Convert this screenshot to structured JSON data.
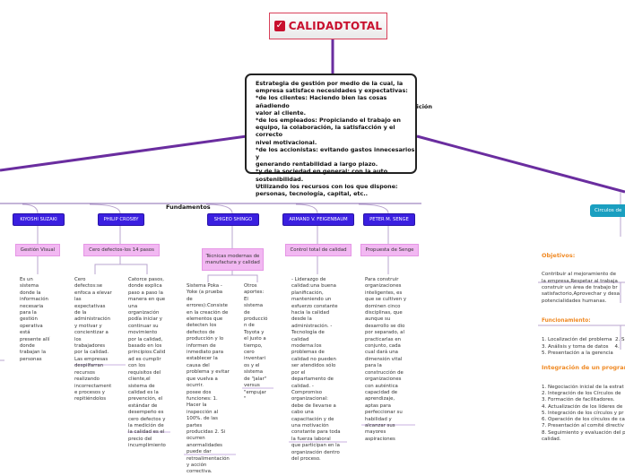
{
  "title": {
    "text": "CALIDADTOTAL",
    "icon": "check-box-icon",
    "color": "#c8102e"
  },
  "central": {
    "text": "Estrategia de gestión por medio de la cual, la\nempresa satisface necesidades y expectativas:\n*de los clientes: Haciendo bien las cosas añadiendo\nvalor al cliente.\n*de los empleados: Propiciando el trabajo en\nequipo, la colaboración, la satisfacción y el correcto\nnivel motivacional.\n*de los accionistas: evitando gastos innecesarios  y\ngenerando rentabilidad a largo plazo.\n*y de la sociedad en general: con la auto\nsostenibilidad.\nUtilizando los recursos con los que dispone:\npersonas, tecnología, capital, etc..",
    "partial_label": "nición"
  },
  "fundamentos": {
    "label": "Fundamentos",
    "authors": [
      {
        "name": "KIYOSHI SUZAKI",
        "topic": "Gestión Visual",
        "texts": [
          "Es un\nsistema\ndonde la\ninformación\nnecesaria\npara la\ngestión\noperativa\nestá\npresente allí\ndonde\ntrabajan la\npersonas"
        ]
      },
      {
        "name": "PHILIP CROSBY",
        "topic": "Cero defectos-los 14 pasos",
        "texts": [
          "Cero\ndefectos:se\nenfoca a elevar\nlas\nexpectativas\nde la\nadministración\ny motivar y\nconcientizar a\nlos\ntrabajadores\npor la calidad.\nLas empresas\ndespilfarran\nrecursos\nrealizando\nincorrectament\ne procesos y\nrepitiéndolos",
          "Catorce pasos,\ndonde explica\npaso a paso la\nmanera en que\nuna\norganización\npodía iniciar y\ncontinuar su\nmovimiento\npor la calidad,\nbasado en los\nprincipios:Calid\nad es cumplir\ncon los\nrequisitos del\ncliente,el\nsistema de\ncalidad es la\nprevención, el\nestándar de\ndesempeño es\ncero defectos y\nla medición de\nla calidad es el\nprecio del\nincumplimiento"
        ]
      },
      {
        "name": "SHIGEO SHINGO",
        "topic": "Técnicas modernas de manufactura y calidad",
        "texts": [
          "Sistema Poka -\nYoke (a prueba\nde\nerrores):Consiste\nen la creación de\nelementos que\ndetecten los\ndefectos de\nproducción y lo\ninformen de\ninmediato para\nestablecer la\ncausa del\nproblema y evitar\nque vuelva a\nocurrir.\nposee dos\nfunciones: 1.\nHacer la\ninspección al\n100%. de las\npartes\nproducidas 2. Si\nocurren\nanormalidades\npuede dar\nretroalimentación\ny acción\ncorrectiva.",
          "Otros\naportes:\nEl\nsistema\nde\nproducció\nn de\nToyota y\nel justo a\ntiempo,\ncero\ninventari\nos y el\nsistema\nde \"jalar\"\nversus\n\"empujar\n\""
        ]
      },
      {
        "name": "ARMAND V. FEIGENBAUM",
        "topic": "Control total de calidad",
        "texts": [
          "- Liderazgo de\ncalidad:una buena\nplanificación,\nmanteniendo un\nesfuerzo constante\nhacia la calidad\ndesde la\nadministración. -\nTecnología de\ncalidad\nmoderna:los\nproblemas de\ncalidad no pueden\nser atendidos sólo\npor el\ndepartamento de\ncalidad.     -\nCompromiso\norganizacional:\ndebe de llevarse a\ncabo una\ncapacitación y de\nuna motivación\nconstante para toda\nla fuerza laboral\nque participan en la\norganización dentro\ndel proceso."
        ]
      },
      {
        "name": "PETER M. SENGE",
        "topic": "Propuesta de Senge",
        "texts": [
          "Para construir\norganizaciones\ninteligentes, es\nque se cultiven y\ndominen cinco\ndisciplinas, que\naunque su\ndesarrollo se dio\npor separado, al\npracticarlas en\nconjunto, cada\ncual dará una\ndimensión vital\npara la\nconstrucción de\norganizaciones\ncon auténtica\ncapacidad de\naprendizaje,\naptas para\nperfeccionar su\nhabilidad y\nalcanzar sus\nmayores\naspiraciones"
        ]
      }
    ]
  },
  "circulos": {
    "label": "Circulos de",
    "objetivos_title": "Objetivos:",
    "objetivos_text": "Contribuir al mejoramiento de\nla empresa,Respetar al trabaja\nconstruir un área de trabajo br\nsatisfactorio,Aprovechar y desa\npotencialidades humanas.",
    "funcionamiento_title": "Funcionamiento:",
    "funcionamiento_text": "1. Localización del problema  2. S\n3. Análisis y toma de datos    4. \n5. Presentación a la gerencia",
    "integracion_title": "Integración de un programa d",
    "integracion_text": "1. Negociación inicial de la estrat\n2. Integración de los Círculos de \n3. Formación de facilitadores.\n4. Actualización de los líderes de \n5. Integración de los círculos y pr\n6. Operación de los círculos de ca\n7. Presentación al comité directiv\n8. Seguimiento y evaluación del p\ncalidad."
  },
  "colors": {
    "branch": "#6a2d9f",
    "author": "#3a1fe0",
    "topic": "#f2b8f2",
    "teal": "#1a9fc0",
    "heading": "#f08a24"
  }
}
